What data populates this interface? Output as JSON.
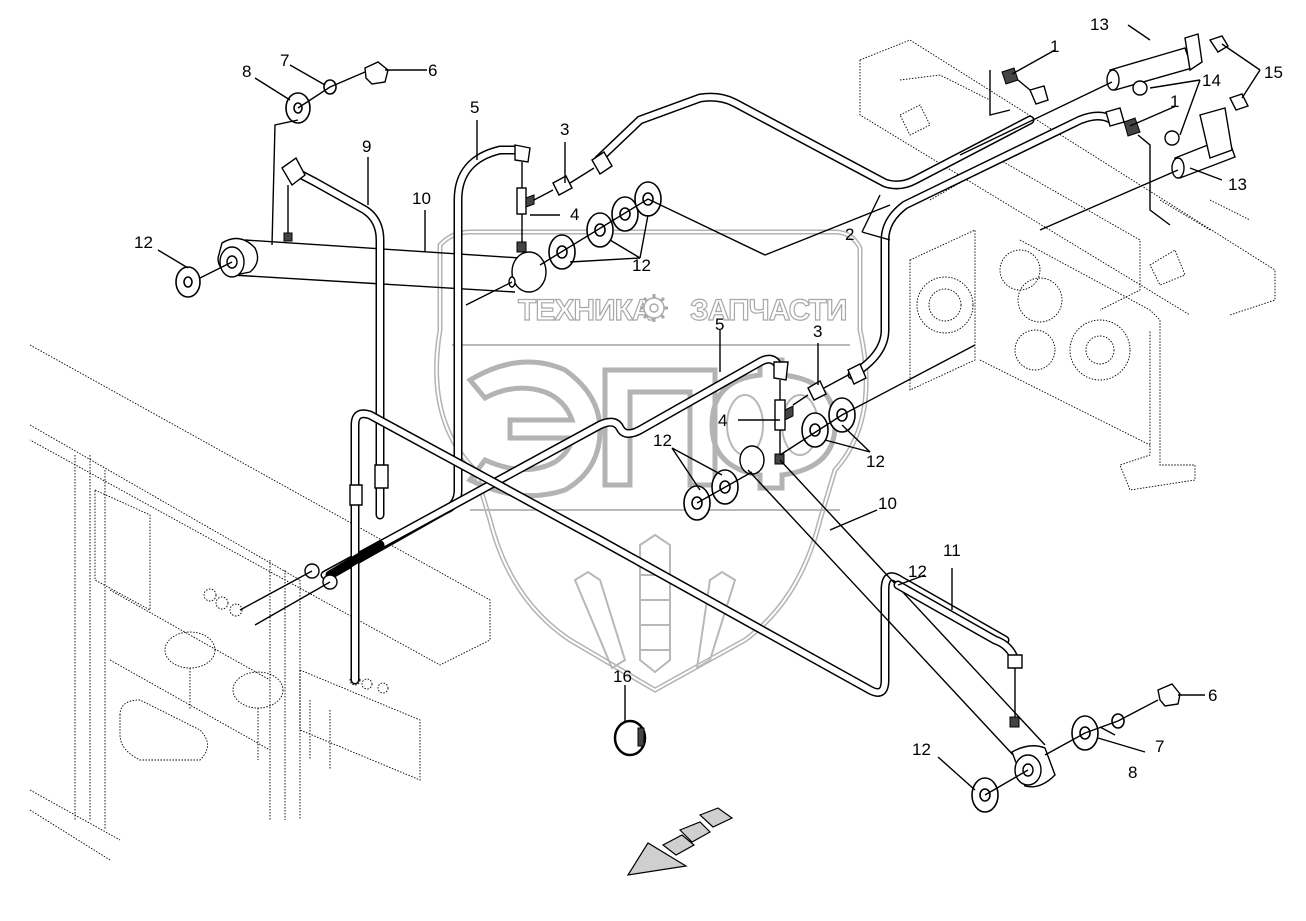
{
  "diagram": {
    "type": "exploded-parts-view",
    "subject": "hydraulic lines assembly",
    "watermark": {
      "text_left": "ТЕХНИКА",
      "text_right": "ЗАПЧАСТИ",
      "logo_letters": "ЭПФ",
      "icon": "gear-icon",
      "color": "#b3b3b3"
    },
    "callouts": [
      {
        "id": "c1a",
        "label": "1"
      },
      {
        "id": "c1b",
        "label": "1"
      },
      {
        "id": "c2",
        "label": "2"
      },
      {
        "id": "c3a",
        "label": "3"
      },
      {
        "id": "c3b",
        "label": "3"
      },
      {
        "id": "c4a",
        "label": "4"
      },
      {
        "id": "c4b",
        "label": "4"
      },
      {
        "id": "c5a",
        "label": "5"
      },
      {
        "id": "c5b",
        "label": "5"
      },
      {
        "id": "c6a",
        "label": "6"
      },
      {
        "id": "c6b",
        "label": "6"
      },
      {
        "id": "c7a",
        "label": "7"
      },
      {
        "id": "c7b",
        "label": "7"
      },
      {
        "id": "c8a",
        "label": "8"
      },
      {
        "id": "c8b",
        "label": "8"
      },
      {
        "id": "c9",
        "label": "9"
      },
      {
        "id": "c10a",
        "label": "10"
      },
      {
        "id": "c10b",
        "label": "10"
      },
      {
        "id": "c11",
        "label": "11"
      },
      {
        "id": "c12a",
        "label": "12"
      },
      {
        "id": "c12b",
        "label": "12"
      },
      {
        "id": "c12c",
        "label": "12"
      },
      {
        "id": "c12d",
        "label": "12"
      },
      {
        "id": "c12e",
        "label": "12"
      },
      {
        "id": "c12f",
        "label": "12"
      },
      {
        "id": "c13a",
        "label": "13"
      },
      {
        "id": "c13b",
        "label": "13"
      },
      {
        "id": "c14",
        "label": "14"
      },
      {
        "id": "c15",
        "label": "15"
      },
      {
        "id": "c16",
        "label": "16"
      }
    ],
    "direction_arrow": "direction-of-travel-arrow",
    "colors": {
      "line": "#000000",
      "background": "#ffffff",
      "watermark": "#b3b3b3",
      "arrow_fill": "#cfcfcf"
    }
  }
}
